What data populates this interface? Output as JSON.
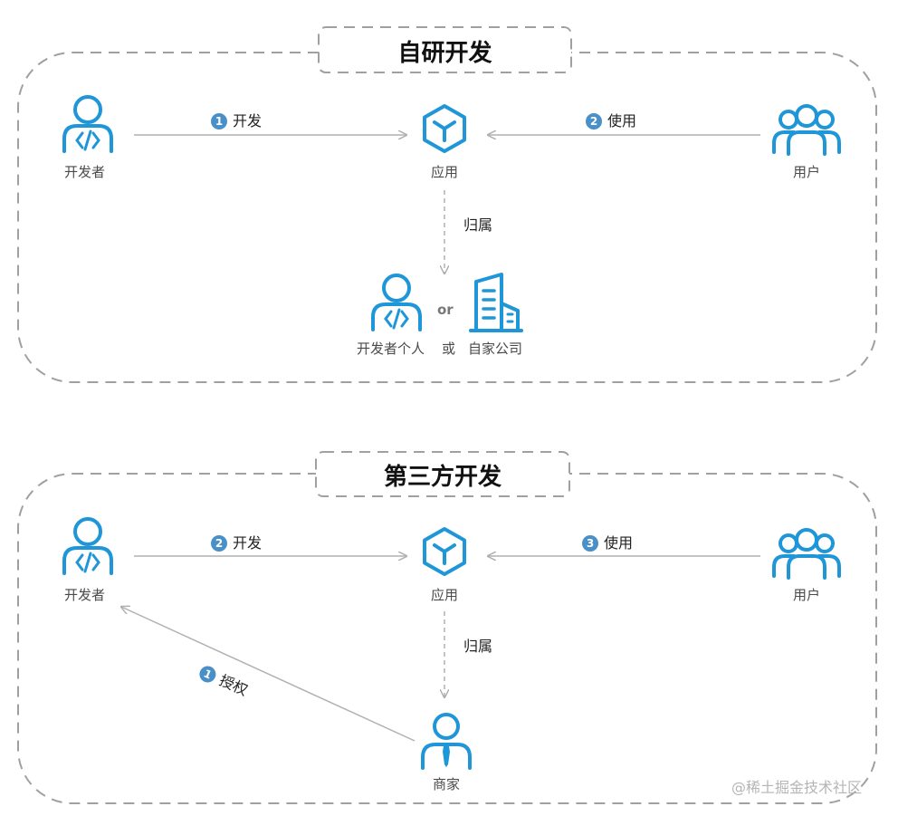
{
  "section1": {
    "title": "自研开发",
    "developer": "开发者",
    "app": "应用",
    "user": "用户",
    "step_develop": {
      "num": "1",
      "label": "开发"
    },
    "step_use": {
      "num": "2",
      "label": "使用"
    },
    "belongs": "归属",
    "owner_person": "开发者个人",
    "owner_or_text": "或",
    "owner_company": "自家公司",
    "or_label": "or"
  },
  "section2": {
    "title": "第三方开发",
    "developer": "开发者",
    "app": "应用",
    "user": "用户",
    "step_develop": {
      "num": "2",
      "label": "开发"
    },
    "step_use": {
      "num": "3",
      "label": "使用"
    },
    "step_authorize": {
      "num": "1",
      "label": "授权"
    },
    "belongs": "归属",
    "merchant": "商家"
  },
  "watermark": "@稀土掘金技术社区",
  "colors": {
    "icon_blue": "#1e96d8",
    "badge_blue": "#4a90c8",
    "dash_gray": "#9a9a9a",
    "arrow_gray": "#b0b0b0"
  }
}
